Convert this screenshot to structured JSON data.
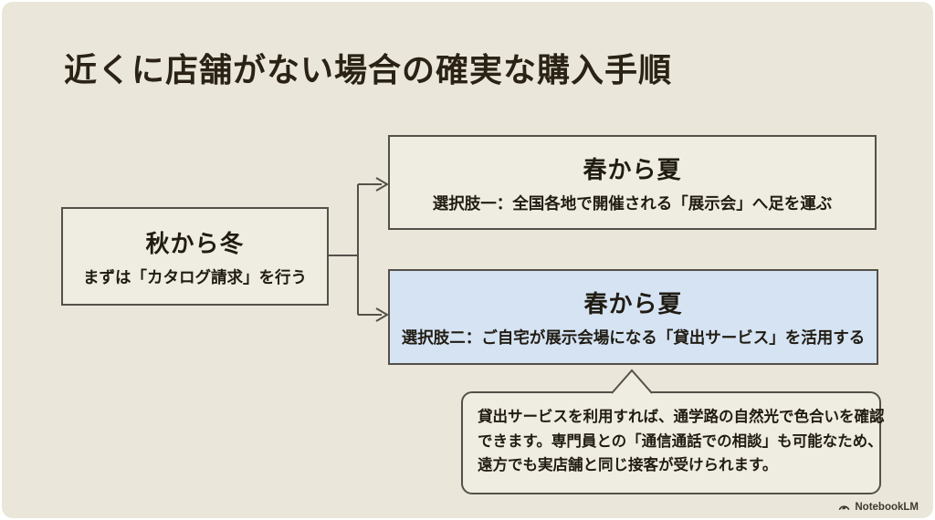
{
  "slide": {
    "title": "近くに店舗がない場合の確実な購入手順",
    "colors": {
      "background": "#EAE7DA",
      "node_fill": "#EFECE1",
      "highlight_fill": "#D5E3F3",
      "border": "#54504A",
      "text": "#211C13",
      "title_text": "#2A2215"
    },
    "nodes": {
      "root": {
        "heading": "秋から冬",
        "subtitle": "まずは「カタログ請求」を行う"
      },
      "option1": {
        "heading": "春から夏",
        "subtitle": "選択肢一：全国各地で開催される「展示会」へ足を運ぶ"
      },
      "option2": {
        "heading": "春から夏",
        "subtitle": "選択肢二：ご自宅が展示会場になる「貸出サービス」を活用する",
        "highlighted": true
      }
    },
    "callout": {
      "lines": [
        "貸出サービスを利用すれば、通学路の自然光で色合いを確認",
        "できます。専門員との「通信通話での相談」も可能なため、",
        "遠方でも実店舗と同じ接客が受けられます。"
      ]
    },
    "footer": {
      "brand": "NotebookLM"
    }
  }
}
